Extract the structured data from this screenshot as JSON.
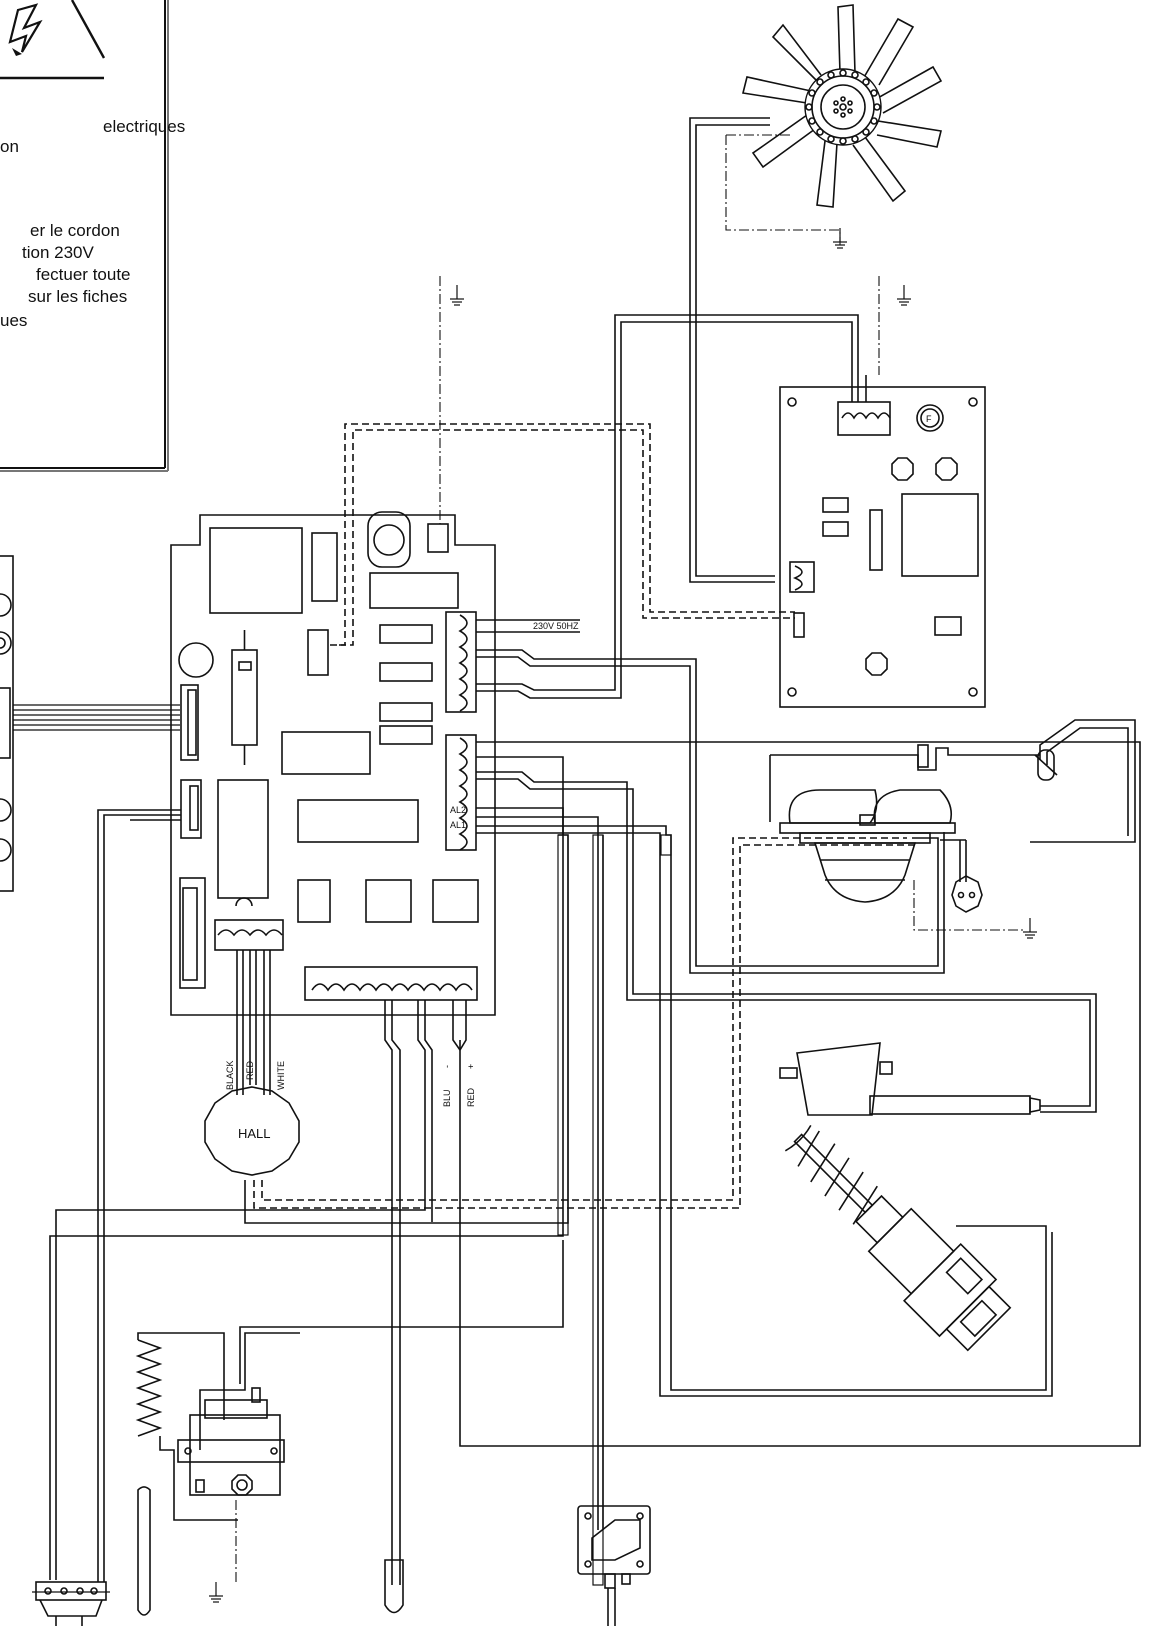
{
  "warning": {
    "line1": "electriques",
    "line2": "on",
    "line3": "er le cordon",
    "line4": "tion      230V",
    "line5": "fectuer toute",
    "line6": "sur les fiches",
    "line7": "ues"
  },
  "labels": {
    "supply": "230V 50HZ",
    "al2": "AL2",
    "al1": "AL1",
    "black": "BLACK",
    "red": "RED",
    "white": "WHITE",
    "blu": "BLU",
    "minus": "-",
    "red2": "RED",
    "plus": "+",
    "hall": "HALL",
    "fuse": "F"
  }
}
